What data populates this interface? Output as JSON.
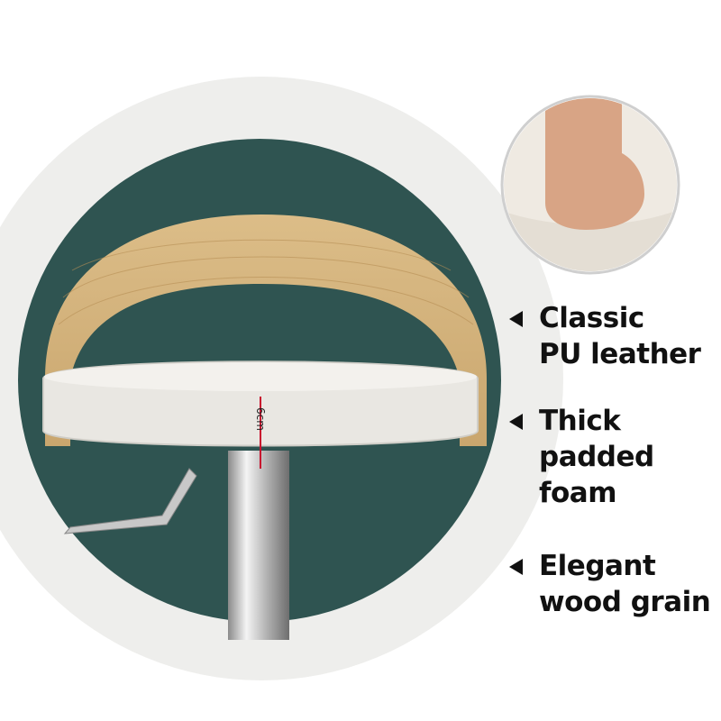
{
  "measurement": "6cm",
  "features": [
    {
      "line1": "Classic",
      "line2": "PU leather",
      "line3": ""
    },
    {
      "line1": "Thick",
      "line2": "padded",
      "line3": "foam"
    },
    {
      "line1": "Elegant",
      "line2": "wood grain",
      "line3": ""
    }
  ],
  "colors": {
    "teal": "#2f5451",
    "light_bg": "#eeeeec",
    "wood": "#d9b880",
    "seat": "#e9e7e2"
  }
}
